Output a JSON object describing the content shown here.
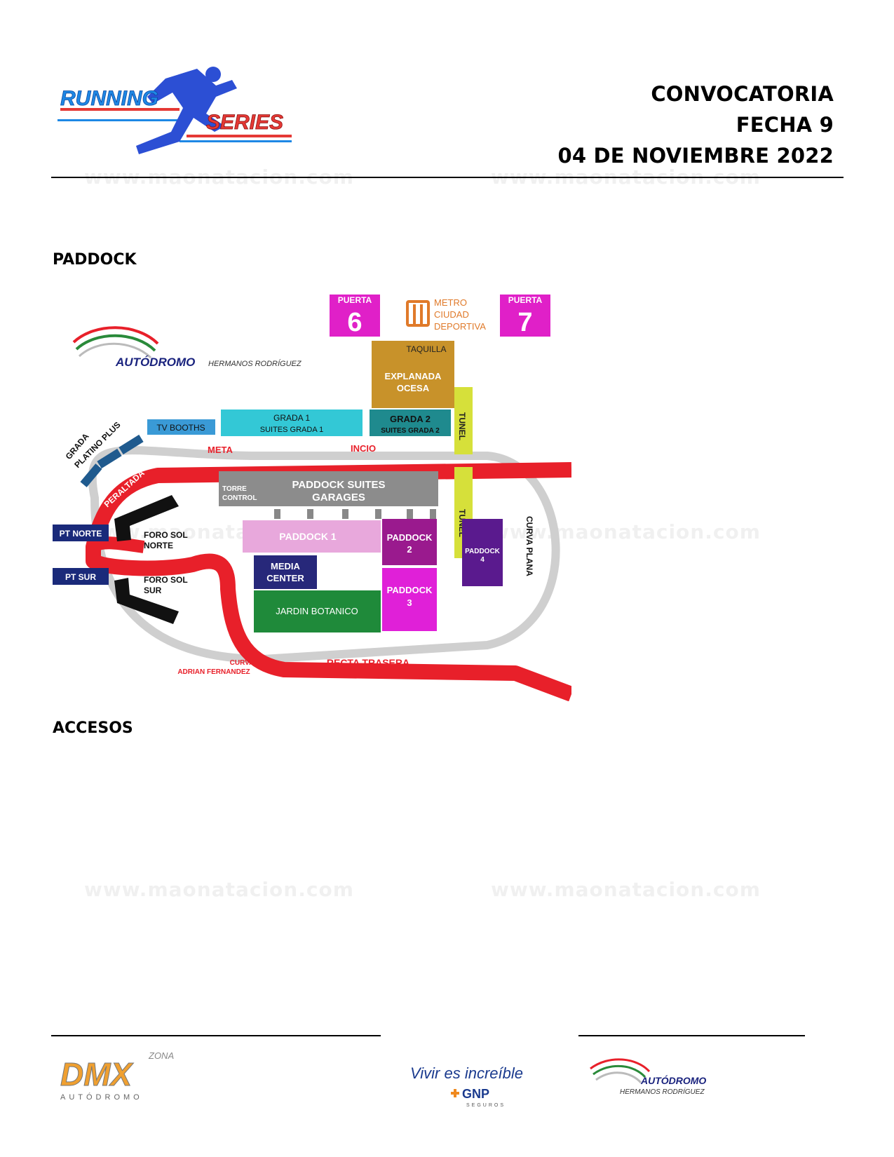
{
  "header": {
    "logo_running": "RUNNING",
    "logo_series": "SERIES",
    "title_line1": "CONVOCATORIA",
    "title_line2": "FECHA 9",
    "title_line3": "04 DE NOVIEMBRE 2022"
  },
  "watermark": "www.maonatacion.com",
  "sections": {
    "paddock_heading": "PADDOCK",
    "accesos_heading": "ACCESOS"
  },
  "map": {
    "brand_main": "AUTÓDROMO",
    "brand_sub": "HERMANOS RODRÍGUEZ",
    "puerta6_label": "PUERTA",
    "puerta6_number": "6",
    "puerta7_label": "PUERTA",
    "puerta7_number": "7",
    "metro_line1": "METRO",
    "metro_line2": "CIUDAD",
    "metro_line3": "DEPORTIVA",
    "taquilla": "TAQUILLA",
    "explanada_line1": "EXPLANADA",
    "explanada_line2": "OCESA",
    "tunel_top": "TUNEL",
    "tunel_bottom": "TUNEL",
    "tv_booths": "TV BOOTHS",
    "grada1_line1": "GRADA 1",
    "grada1_line2": "SUITES GRADA 1",
    "grada2_line1": "GRADA 2",
    "grada2_line2": "SUITES GRADA 2",
    "grada_platino_line1": "GRADA",
    "grada_platino_line2": "PLATINO PLUS",
    "meta": "META",
    "inicio": "INCIO",
    "peraltada": "PERALTADA",
    "torre_line1": "TORRE",
    "torre_line2": "CONTROL",
    "paddock_suites_line1": "PADDOCK SUITES",
    "paddock_suites_line2": "GARAGES",
    "pt_norte": "PT NORTE",
    "pt_sur": "PT SUR",
    "foro_norte_line1": "FORO SOL",
    "foro_norte_line2": "NORTE",
    "foro_sur_line1": "FORO SOL",
    "foro_sur_line2": "SUR",
    "paddock1": "PADDOCK 1",
    "paddock2_line1": "PADDOCK",
    "paddock2_line2": "2",
    "paddock3_line1": "PADDOCK",
    "paddock3_line2": "3",
    "paddock4_line1": "PADDOCK",
    "paddock4_line2": "4",
    "media_line1": "MEDIA",
    "media_line2": "CENTER",
    "jardin": "JARDIN BOTANICO",
    "curva_plana": "CURVA PLANA",
    "curva_adrian_line1": "CURVA",
    "curva_adrian_line2": "ADRIAN FERNANDEZ",
    "recta_trasera": "RECTA TRASERA"
  },
  "footer": {
    "dmx_zona": "ZONA",
    "dmx_main": "DMX",
    "dmx_sub": "AUTÓDROMO",
    "gnp_tagline": "Vivir es increíble",
    "gnp_brand": "GNP",
    "gnp_sub": "SEGUROS",
    "ahr_main": "AUTÓDROMO",
    "ahr_sub": "HERMANOS RODRÍGUEZ"
  },
  "colors": {
    "track_red": "#e8202a",
    "puerta_magenta": "#e020c8",
    "metro_orange": "#e07a2a",
    "explanada_gold": "#c8922a",
    "tunel_yellow": "#d6e03a",
    "tv_booths_blue": "#3a9ad6",
    "grada1_cyan": "#33c8d6",
    "grada2_teal": "#1f8a8e",
    "paddock_suites_gray": "#8c8c8c",
    "paddock1_pink": "#e8a8dc",
    "paddock2_purple": "#9a1a8e",
    "paddock3_magenta": "#e020d8",
    "paddock4_violet": "#5a1a8e",
    "media_navy": "#27287a",
    "jardin_green": "#1f8a3a",
    "pt_navy": "#1a2a7a",
    "running_blue": "#1e88e5",
    "series_red": "#e53935"
  }
}
